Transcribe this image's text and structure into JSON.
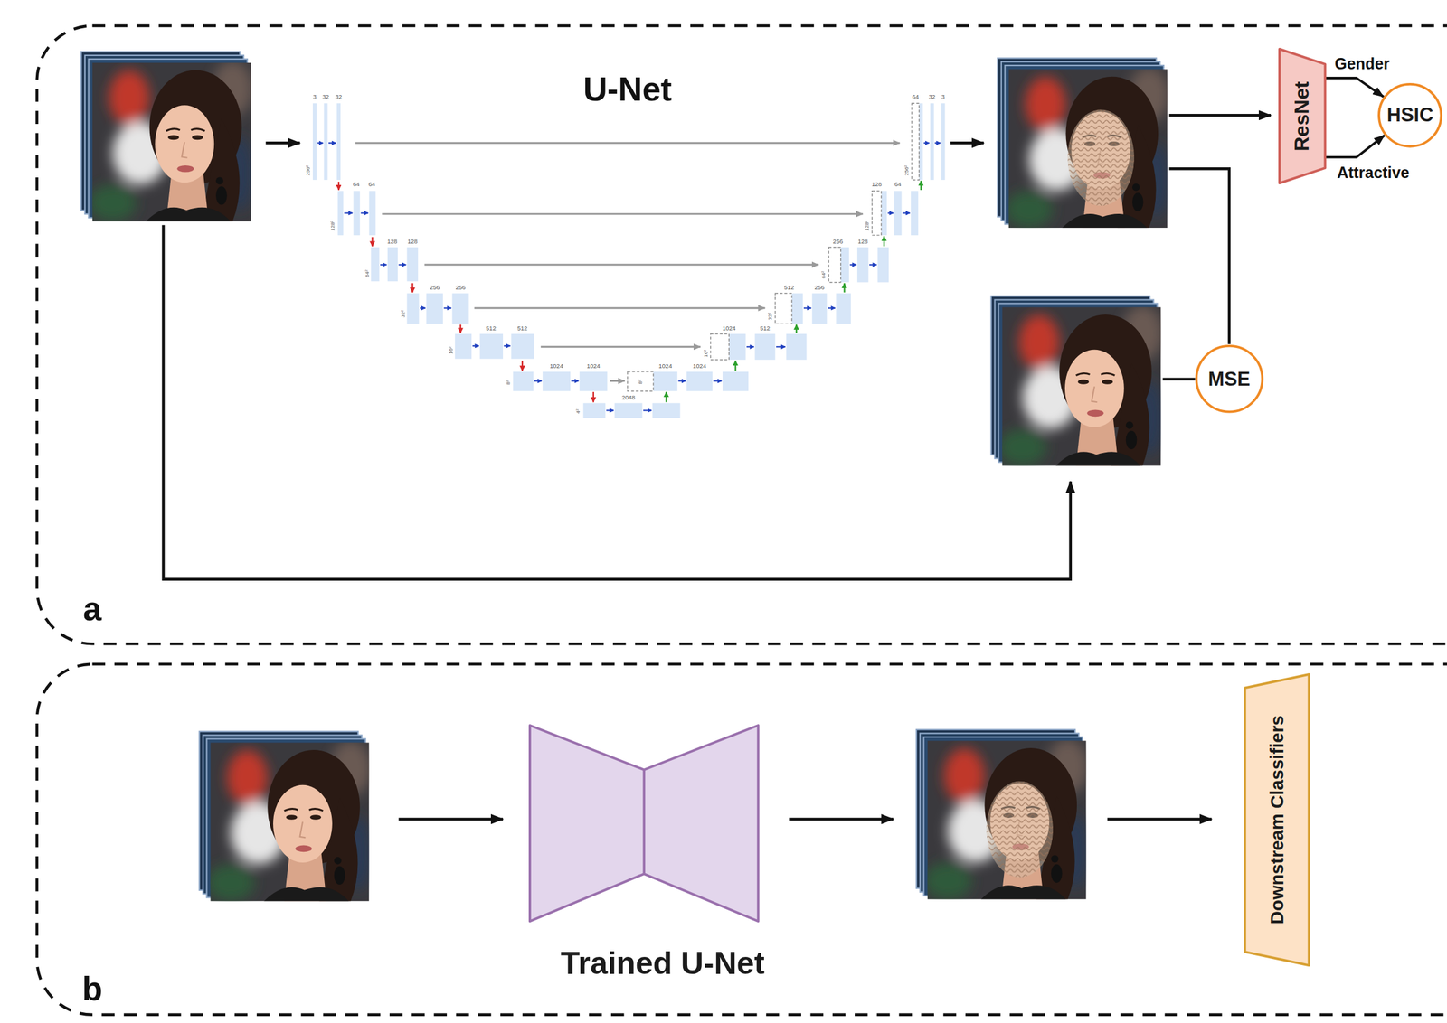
{
  "diagram": {
    "nodes": [
      {
        "text": [
          "ResNet"
        ]
      },
      {
        "text": [
          "HSIC"
        ]
      },
      {
        "text": [
          "MSE"
        ]
      },
      {
        "text": [
          "Trained U-Net"
        ]
      },
      {
        "text": [
          "Downstream Classifiers"
        ]
      }
    ],
    "edges": [
      {
        "from": 0,
        "to": 1,
        "label": "Gender",
        "arrow": "to"
      },
      {
        "from": 0,
        "to": 1,
        "label": "Attractive",
        "arrow": "to"
      }
    ],
    "labels": [
      "U-Net",
      "3",
      "32",
      "32",
      "64",
      "64",
      "128",
      "128",
      "256",
      "256",
      "512",
      "512",
      "1024",
      "1024",
      "2048",
      "1024",
      "1024",
      "1024",
      "512",
      "512",
      "256",
      "256",
      "128",
      "128",
      "64",
      "64",
      "32",
      "3",
      "256²",
      "128²",
      "64²",
      "32²",
      "16²",
      "8²",
      "4²",
      "256²",
      "128²",
      "64²",
      "32²",
      "16²",
      "8²",
      "a",
      "b"
    ]
  }
}
